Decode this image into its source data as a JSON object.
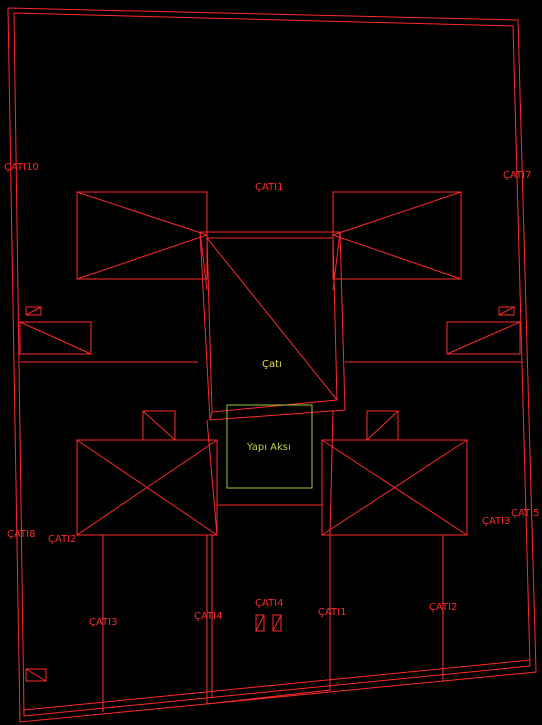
{
  "colors": {
    "background": "#000000",
    "roof_lines": "#ff2a2a",
    "axis_box": "#9acd32",
    "center_label": "#e6e04a"
  },
  "labels": {
    "cati10": "ÇATI10",
    "cati1_top": "ÇATI1",
    "cati7": "ÇATI7",
    "cati_center": "Çatı",
    "axis_label": "Yapı Aksı",
    "cati8": "ÇATI8",
    "cati2_left": "ÇATI2",
    "cati3_right": "ÇATI3",
    "cati5": "ÇATI5",
    "cati3_left": "ÇATI3",
    "cati4_left": "ÇATI4",
    "cati4_center": "ÇATI4",
    "cati1_bottom": "ÇATI1",
    "cati2_right": "ÇATI2"
  }
}
